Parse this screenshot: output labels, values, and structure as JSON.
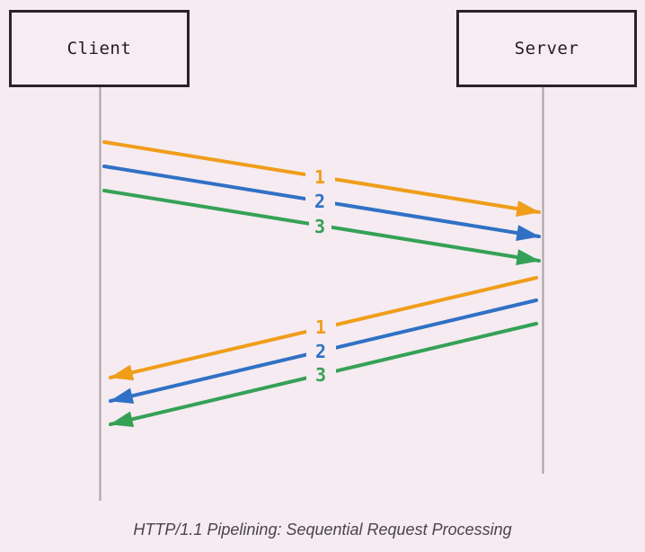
{
  "diagram": {
    "caption": "HTTP/1.1 Pipelining: Sequential Request Processing",
    "actors": [
      {
        "label": "Client"
      },
      {
        "label": "Server"
      }
    ],
    "requests": [
      {
        "label": "1",
        "color_name": "orange"
      },
      {
        "label": "2",
        "color_name": "blue"
      },
      {
        "label": "3",
        "color_name": "green"
      }
    ],
    "responses": [
      {
        "label": "1",
        "color_name": "orange"
      },
      {
        "label": "2",
        "color_name": "blue"
      },
      {
        "label": "3",
        "color_name": "green"
      }
    ]
  },
  "colors": {
    "orange": "#F09D1A",
    "blue": "#3071C5",
    "green": "#35A156",
    "background": "#F5EBF1",
    "box_border": "#2B2228",
    "lifeline": "#A7A0A5",
    "caption_text": "#4B4549",
    "actor_text": "#221C21"
  }
}
